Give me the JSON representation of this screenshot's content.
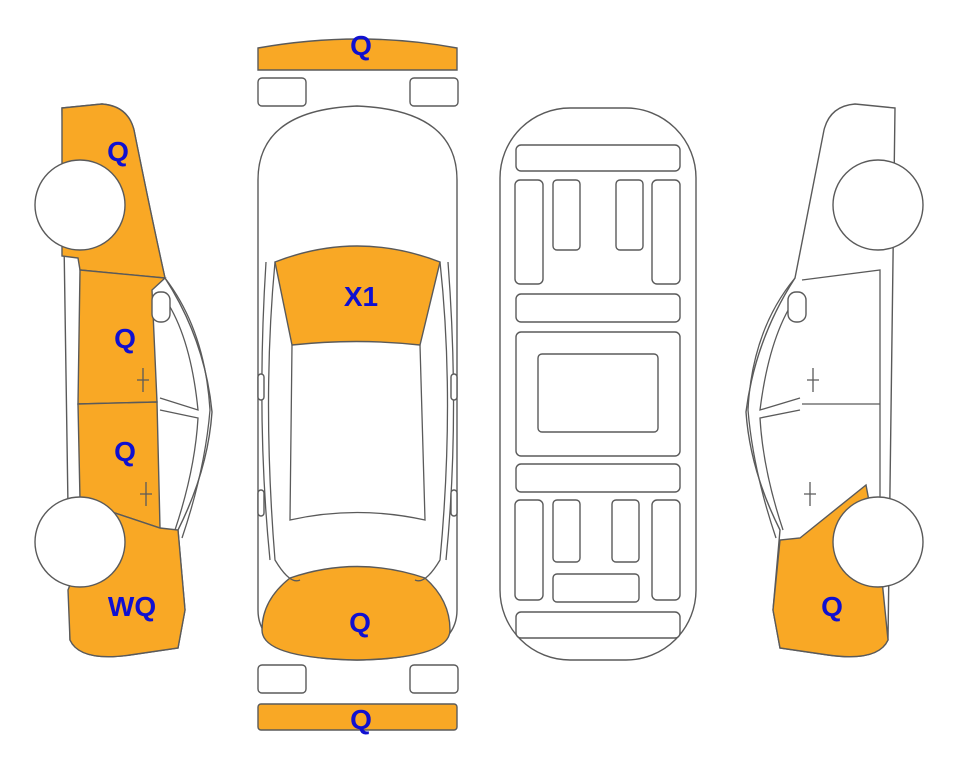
{
  "colors": {
    "damage_fill": "#F9A825",
    "label_text": "#1010D0",
    "outline": "#5A5A5A",
    "background": "#FFFFFF"
  },
  "labels": {
    "front_bumper": "Q",
    "rear_bumper": "Q",
    "left_front_fender": "Q",
    "left_front_door": "Q",
    "left_rear_door": "Q",
    "left_rear_quarter": "WQ",
    "windshield": "X1",
    "trunk_lid": "Q",
    "right_rear_quarter": "Q"
  }
}
